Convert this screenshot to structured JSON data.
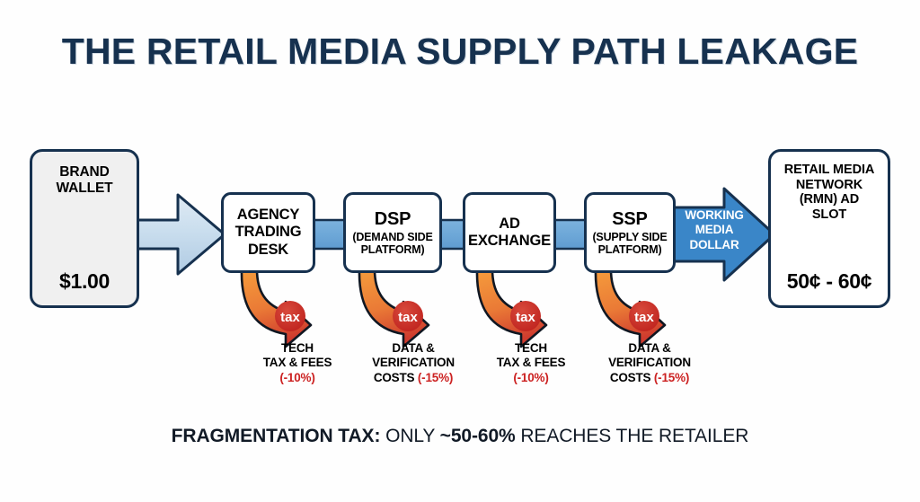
{
  "title": "THE RETAIL MEDIA SUPPLY PATH LEAKAGE",
  "brand_wallet": {
    "label": "BRAND\nWALLET",
    "label_line1": "BRAND",
    "label_line2": "WALLET",
    "amount": "$1.00",
    "icon": "coin-stacks-icon",
    "background": "#f0f0f0"
  },
  "entry_arrow": {
    "label": "",
    "color_start": "#d3e3f0",
    "color_end": "#b4cee4"
  },
  "nodes": [
    {
      "id": "agency-trading-desk",
      "main": "AGENCY\nTRADING\nDESK",
      "main_lines": [
        "AGENCY",
        "TRADING",
        "DESK"
      ],
      "sub": ""
    },
    {
      "id": "dsp",
      "main": "DSP",
      "main_lines": [
        "DSP"
      ],
      "sub": "(DEMAND SIDE\nPLATFORM)",
      "sub_lines": [
        "(DEMAND SIDE",
        "PLATFORM)"
      ]
    },
    {
      "id": "ad-exchange",
      "main": "AD\nEXCHANGE",
      "main_lines": [
        "AD",
        "EXCHANGE"
      ],
      "sub": ""
    },
    {
      "id": "ssp",
      "main": "SSP",
      "main_lines": [
        "SSP"
      ],
      "sub": "(SUPPLY SIDE\nPLATFORM)",
      "sub_lines": [
        "(SUPPLY SIDE",
        "PLATFORM)"
      ]
    }
  ],
  "connector_color": "#6ea8d8",
  "exit_arrow": {
    "label_lines": [
      "WORKING",
      "MEDIA",
      "DOLLAR"
    ],
    "label": "WORKING MEDIA DOLLAR",
    "color": "#3a86c8",
    "text_color": "#ffffff"
  },
  "rmn": {
    "label_lines": [
      "RETAIL MEDIA",
      "NETWORK",
      "(RMN) AD",
      "SLOT"
    ],
    "label": "RETAIL MEDIA NETWORK (RMN) AD SLOT",
    "amount": "50¢ - 60¢",
    "icon": "coin-stack-icon"
  },
  "taxes": [
    {
      "badge": "tax",
      "line1": "TECH",
      "line2": "TAX & FEES",
      "line3": "",
      "pct": "(-10%)",
      "pct_inline": false
    },
    {
      "badge": "tax",
      "line1": "DATA &",
      "line2": "VERIFICATION",
      "line3": "COSTS ",
      "pct": "(-15%)",
      "pct_inline": true
    },
    {
      "badge": "tax",
      "line1": "TECH",
      "line2": "TAX & FEES",
      "line3": "",
      "pct": "(-10%)",
      "pct_inline": false
    },
    {
      "badge": "tax",
      "line1": "DATA &",
      "line2": "VERIFICATION",
      "line3": "COSTS ",
      "pct": "(-15%)",
      "pct_inline": true
    }
  ],
  "footer": {
    "bold1": "FRAGMENTATION TAX:",
    "mid1": " ONLY ",
    "bold2": "~50-60%",
    "mid2": " REACHES THE RETAILER"
  },
  "colors": {
    "title": "#16314f",
    "outline": "#16314f",
    "tax_red": "#cc2222",
    "tax_orange": "#f08a37",
    "coin_top": "#f6a54a",
    "coin_body": "#e8c08a"
  }
}
